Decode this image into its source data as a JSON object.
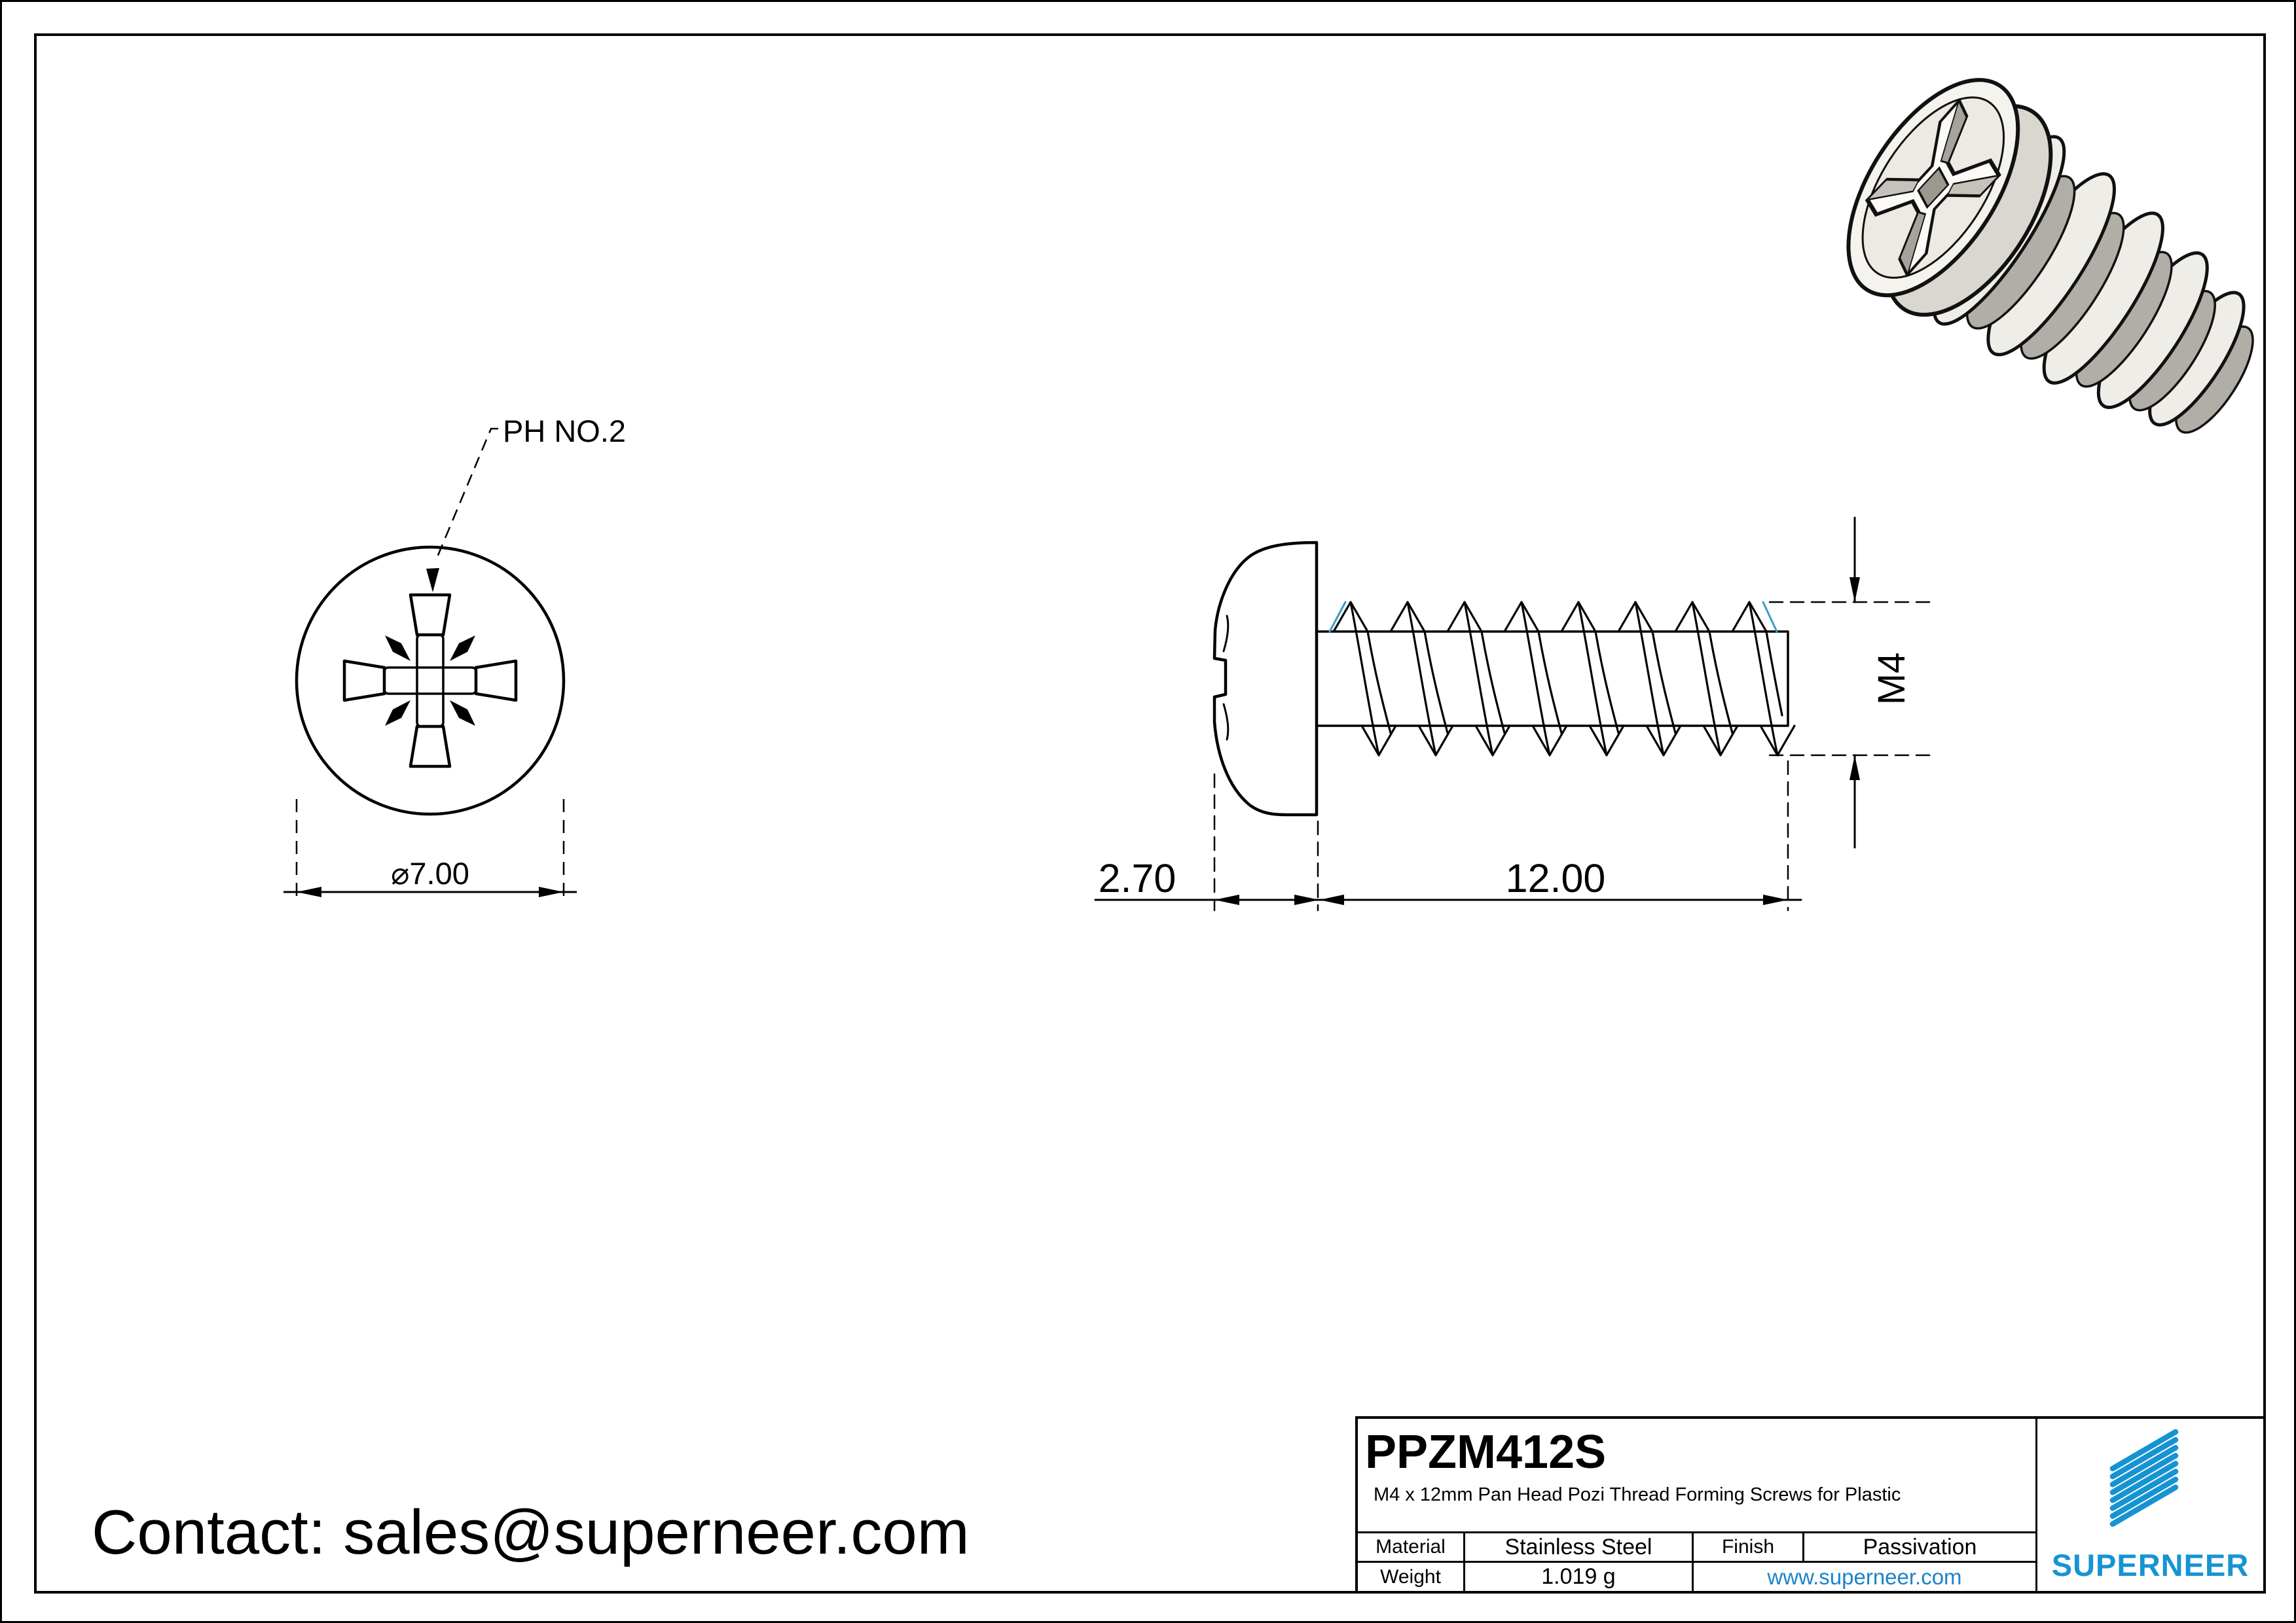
{
  "page": {
    "background": "#ffffff",
    "line_color": "#000000",
    "accent_blue": "#3b9cc8"
  },
  "contact": {
    "label": "Contact: sales@superneer.com"
  },
  "front_view": {
    "drive_label": "PH NO.2",
    "diameter_label": "⌀7.00"
  },
  "side_view": {
    "head_height_label": "2.70",
    "length_label": "12.00",
    "thread_size_label": "M4"
  },
  "title_block": {
    "part_number": "PPZM412S",
    "description": "M4 x 12mm Pan Head Pozi Thread Forming Screws for Plastic",
    "material_label": "Material",
    "material_value": "Stainless Steel",
    "finish_label": "Finish",
    "finish_value": "Passivation",
    "weight_label": "Weight",
    "weight_value": "1.019 g",
    "website": "www.superneer.com",
    "brand": "SUPERNEER",
    "brand_color": "#1694d2",
    "link_color": "#1b83c9"
  }
}
